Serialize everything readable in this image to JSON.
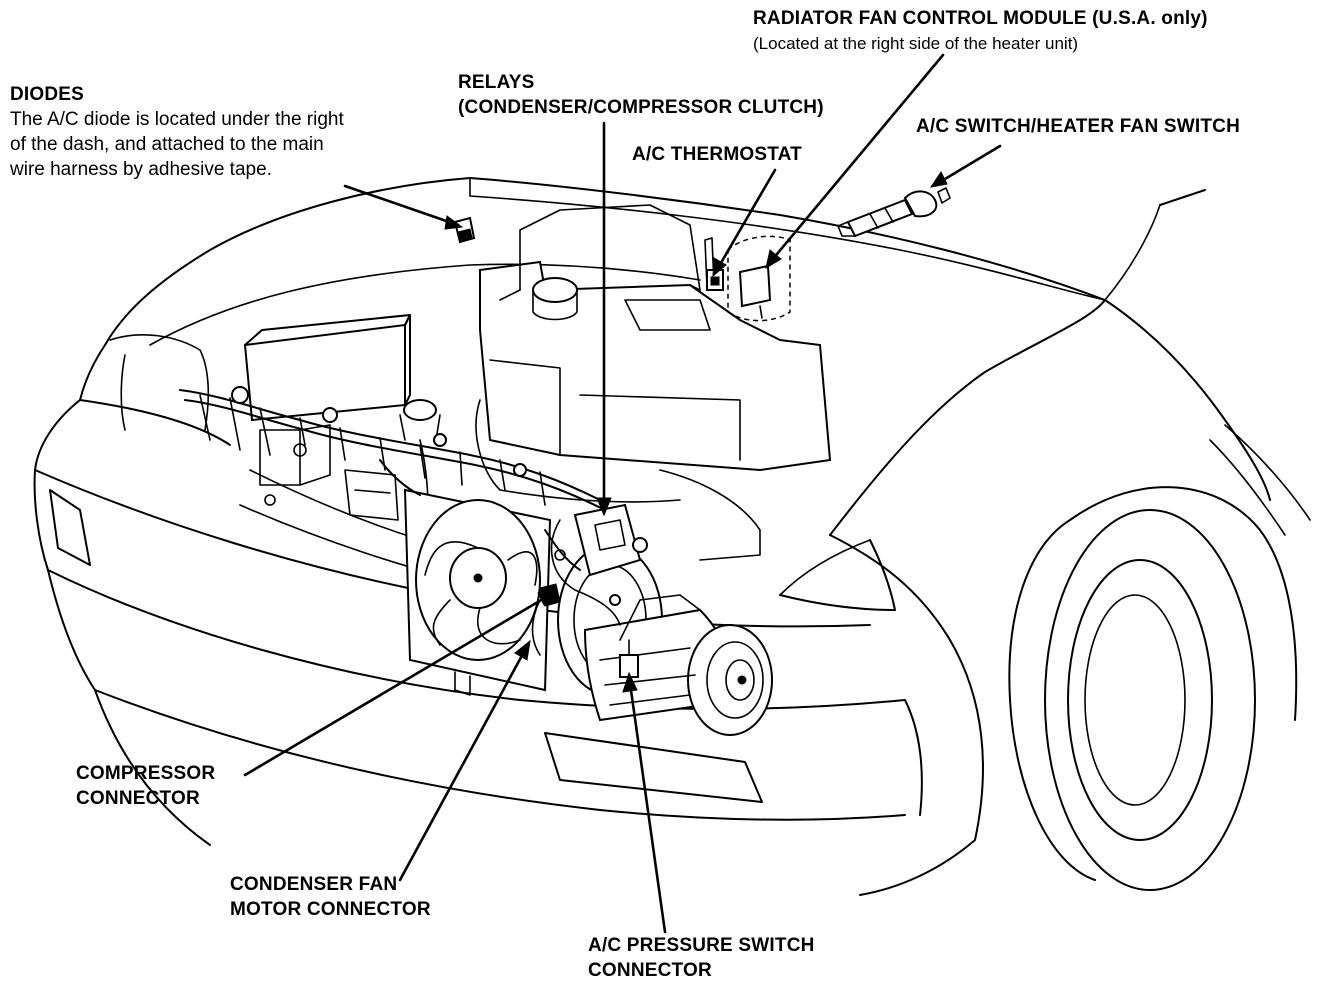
{
  "callouts": {
    "diodes": {
      "title": "DIODES",
      "lines": [
        "The A/C diode is located under the right",
        "of the dash, and attached to the main",
        "wire harness by adhesive tape."
      ]
    },
    "relays": {
      "lines": [
        "RELAYS",
        "(CONDENSER/COMPRESSOR CLUTCH)"
      ]
    },
    "radiator_fan_module": {
      "title": "RADIATOR FAN CONTROL MODULE (U.S.A. only)",
      "note": "(Located at the right side of the heater unit)"
    },
    "ac_thermostat": {
      "title": "A/C THERMOSTAT"
    },
    "ac_switch": {
      "title": "A/C SWITCH/HEATER FAN SWITCH"
    },
    "compressor_connector": {
      "lines": [
        "COMPRESSOR",
        "CONNECTOR"
      ]
    },
    "condenser_fan_connector": {
      "lines": [
        "CONDENSER FAN",
        "MOTOR CONNECTOR"
      ]
    },
    "pressure_switch_connector": {
      "lines": [
        "A/C PRESSURE SWITCH",
        "CONNECTOR"
      ]
    }
  }
}
